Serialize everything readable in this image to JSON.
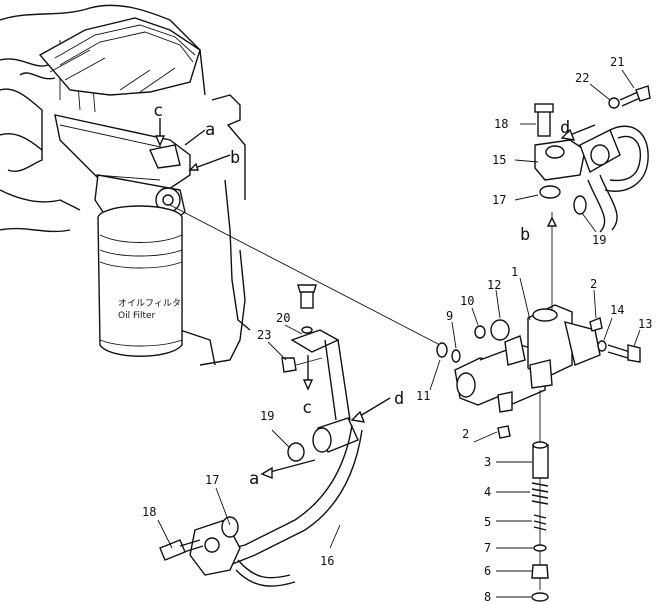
{
  "filter": {
    "jp_label": "オイルフィルタ",
    "en_label": "Oil Filter"
  },
  "arrows": {
    "a1": "a",
    "b1": "b",
    "c1": "c",
    "d1": "d",
    "a2": "a",
    "b2": "b",
    "c2": "c",
    "d2": "d"
  },
  "callouts": {
    "p1": "1",
    "p2a": "2",
    "p2b": "2",
    "p3": "3",
    "p4": "4",
    "p5": "5",
    "p6": "6",
    "p7": "7",
    "p8": "8",
    "p9": "9",
    "p10": "10",
    "p11": "11",
    "p12": "12",
    "p13": "13",
    "p14": "14",
    "p15": "15",
    "p16": "16",
    "p17a": "17",
    "p17b": "17",
    "p18a": "18",
    "p18b": "18",
    "p19a": "19",
    "p19b": "19",
    "p20": "20",
    "p21": "21",
    "p22": "22",
    "p23": "23"
  }
}
